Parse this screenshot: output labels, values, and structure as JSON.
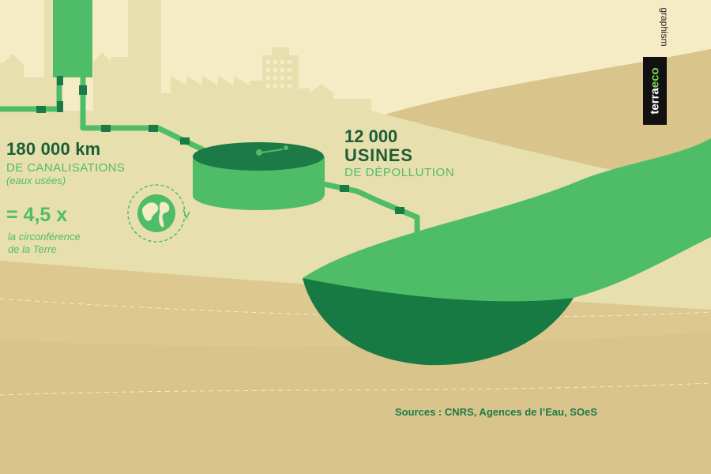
{
  "pipes": {
    "length": "180 000 km",
    "label": "DE CANALISATIONS",
    "sublabel": "(eaux usées)"
  },
  "comparison": {
    "equivalence": "= 4,5 x",
    "line1": "la circonférence",
    "line2": "de la Terre"
  },
  "plants": {
    "count": "12 000",
    "word": "USINES",
    "label": "DE DÉPOLLUTION"
  },
  "sources": "Sources : CNRS, Agences de l’Eau, SOeS",
  "logo": {
    "part1": "terra",
    "part2": "eco"
  },
  "credit": "graphism",
  "icons": [
    "earth-globe-icon"
  ],
  "colors": {
    "background": "#f5ecc5",
    "city": "#e8dfae",
    "hill": "#d9c48c",
    "ground": "#ddc990",
    "pipe_green": "#4fbd68",
    "pipe_joint": "#1b7a45",
    "dark_green": "#177a42",
    "heading": "#1b5e38"
  }
}
